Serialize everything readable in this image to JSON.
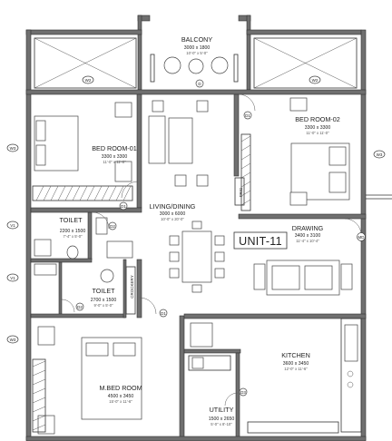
{
  "plan": {
    "unit_label": "UNIT-11",
    "rooms": [
      {
        "id": "balcony",
        "name": "BALCONY",
        "dims": "3000 x 1800",
        "sub": "10'-0\" x 5'-0\""
      },
      {
        "id": "bedroom-01",
        "name": "BED ROOM-01",
        "dims": "3300 x 3300",
        "sub": "11'-0\" x 11'-0\""
      },
      {
        "id": "bedroom-02",
        "name": "BED ROOM-02",
        "dims": "3300 x 3300",
        "sub": "11'-0\" x 11'-0\""
      },
      {
        "id": "living-dining",
        "name": "LIVING/DINING",
        "dims": "3000 x 6000",
        "sub": "10'-0\" x 20'-0\""
      },
      {
        "id": "drawing",
        "name": "DRAWING",
        "dims": "3400 x 3100",
        "sub": "11'-4\" x 10'-4\""
      },
      {
        "id": "toilet-1",
        "name": "TOILET",
        "dims": "2200 x 1500",
        "sub": "7'-4\" x 5'-0\""
      },
      {
        "id": "toilet-2",
        "name": "TOILET",
        "dims": "2700 x 1500",
        "sub": "9'-0\" x 5'-0\""
      },
      {
        "id": "master-bedroom",
        "name": "M.BED ROOM",
        "dims": "4500 x 3450",
        "sub": "15'-0\" x 11'-6\""
      },
      {
        "id": "kitchen",
        "name": "KITCHEN",
        "dims": "3600 x 3450",
        "sub": "12'-0\" x 11'-6\""
      },
      {
        "id": "utility",
        "name": "UTILITY",
        "dims": "1500 x 2650",
        "sub": "5'-0\" x 8'-10\""
      }
    ],
    "tags": {
      "w2": "W2",
      "w3": "W3",
      "v1": "V1",
      "d": "D",
      "d1": "D1",
      "d2": "D2",
      "md": "MD",
      "d3": "D3"
    },
    "labels": {
      "crockery": "CROCKERY",
      "fridge": "FRIG"
    }
  }
}
